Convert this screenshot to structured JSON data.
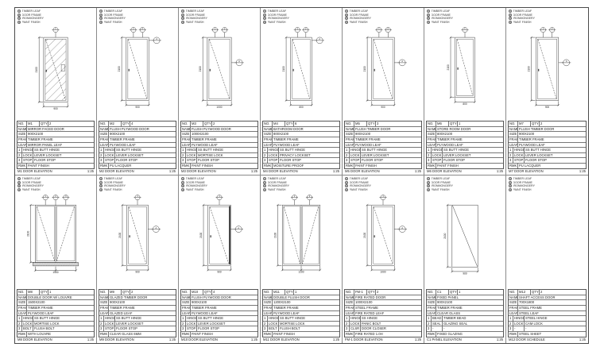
{
  "sheet": {
    "background": "#ffffff",
    "line_color": "#333333"
  },
  "labels": {
    "no": "NO.",
    "qty": "QTY",
    "name": "NAME",
    "size": "SIZE",
    "frame": "FRAME",
    "leaf": "LEAF",
    "remark": "RMK"
  },
  "legend_rows": [
    [
      "1",
      "TIMBER LEAF"
    ],
    [
      "2",
      "DOOR FRAME"
    ],
    [
      "3",
      "IRONMONGERY"
    ],
    [
      "4",
      "PAINT FINISH"
    ]
  ],
  "panels": [
    {
      "code": "M1",
      "qty": "2",
      "name": "MIRROR FACED DOOR",
      "size": "900X2100",
      "frame": "TIMBER FRAME",
      "leaf": "MIRROR PANEL LEAF",
      "hw": [
        [
          "1",
          "HINGE",
          "SS BUTT HINGE"
        ],
        [
          "2",
          "LOCK",
          "LEVER LOCKSET"
        ],
        [
          "3",
          "STOP",
          "FLOOR STOP"
        ]
      ],
      "note": "PAINT FINISH",
      "footer": "M1 DOOR ELEVATION",
      "scale": "1:25",
      "dims": {
        "w": "900",
        "h": "2100"
      },
      "draw": {
        "type": "single",
        "hatch": true,
        "vision": true,
        "topCircles": 1,
        "sideCircle": false,
        "leafW": 32,
        "leafH": 86
      }
    },
    {
      "code": "M2",
      "qty": "4",
      "name": "FLUSH PLYWOOD DOOR",
      "size": "900X2100",
      "frame": "TIMBER FRAME",
      "leaf": "PLYWOOD LEAF",
      "hw": [
        [
          "1",
          "HINGE",
          "SS BUTT HINGE"
        ],
        [
          "2",
          "LOCK",
          "LEVER LOCKSET"
        ],
        [
          "3",
          "STOP",
          "FLOOR STOP"
        ]
      ],
      "note": "PU LACQUER",
      "footer": "M2 DOOR ELEVATION",
      "scale": "1:25",
      "dims": {
        "w": "900",
        "h": "2100"
      },
      "draw": {
        "type": "single",
        "topCircles": 2,
        "sideCircle": true,
        "sidePos": "top",
        "leafW": 30,
        "leafH": 84
      }
    },
    {
      "code": "M3",
      "qty": "2",
      "name": "FLUSH PLYWOOD DOOR",
      "size": "1000X2100",
      "frame": "TIMBER FRAME",
      "leaf": "PLYWOOD LEAF",
      "hw": [
        [
          "1",
          "HINGE",
          "SS BUTT HINGE"
        ],
        [
          "2",
          "LOCK",
          "MORTISE LOCK"
        ],
        [
          "3",
          "STOP",
          "FLOOR STOP"
        ]
      ],
      "note": "PAINT FINISH",
      "footer": "M3 DOOR ELEVATION",
      "scale": "1:25",
      "dims": {
        "w": "1000",
        "h": "2100"
      },
      "draw": {
        "type": "single",
        "topCircles": 2,
        "sideCircle": true,
        "sidePos": "mid",
        "leafW": 32,
        "leafH": 84
      }
    },
    {
      "code": "M4",
      "qty": "6",
      "name": "BATHROOM DOOR",
      "size": "800X2100",
      "frame": "TIMBER FRAME",
      "leaf": "PLYWOOD LEAF",
      "hw": [
        [
          "1",
          "HINGE",
          "SS BUTT HINGE"
        ],
        [
          "2",
          "LOCK",
          "PRIVACY LOCKSET"
        ],
        [
          "3",
          "STOP",
          "FLOOR STOP"
        ]
      ],
      "note": "MOISTURE PROOF",
      "footer": "M4 DOOR ELEVATION",
      "scale": "1:25",
      "dims": {
        "w": "800",
        "h": "2100"
      },
      "draw": {
        "type": "single",
        "topCircles": 2,
        "sideCircle": true,
        "sidePos": "top",
        "leafW": 28,
        "leafH": 84
      }
    },
    {
      "code": "M5",
      "qty": "3",
      "name": "FLUSH TIMBER DOOR",
      "size": "900X2100",
      "frame": "TIMBER FRAME",
      "leaf": "PLYWOOD LEAF",
      "hw": [
        [
          "1",
          "HINGE",
          "SS BUTT HINGE"
        ],
        [
          "2",
          "LOCK",
          "LEVER LOCKSET"
        ],
        [
          "3",
          "STOP",
          "FLOOR STOP"
        ]
      ],
      "note": "PAINT FINISH",
      "footer": "M5 DOOR ELEVATION",
      "scale": "1:25",
      "dims": {
        "w": "900",
        "h": "2100"
      },
      "draw": {
        "type": "single",
        "topCircles": 2,
        "sideCircle": true,
        "sidePos": "mid",
        "leafW": 30,
        "leafH": 84
      }
    },
    {
      "code": "M6",
      "qty": "1",
      "name": "STORE ROOM DOOR",
      "size": "800X2100",
      "frame": "TIMBER FRAME",
      "leaf": "PLYWOOD LEAF",
      "hw": [
        [
          "1",
          "HINGE",
          "SS BUTT HINGE"
        ],
        [
          "2",
          "LOCK",
          "LEVER LOCKSET"
        ],
        [
          "3",
          "STOP",
          "FLOOR STOP"
        ]
      ],
      "note": "PAINT FINISH",
      "footer": "M6 DOOR ELEVATION",
      "scale": "1:25",
      "dims": {
        "w": "800",
        "h": "2100"
      },
      "draw": {
        "type": "single",
        "topCircles": 1,
        "sideCircle": false,
        "leafW": 26,
        "leafH": 80
      }
    },
    {
      "code": "M7",
      "qty": "2",
      "name": "FLUSH TIMBER DOOR",
      "size": "900X2100",
      "frame": "TIMBER FRAME",
      "leaf": "PLYWOOD LEAF",
      "hw": [
        [
          "1",
          "HINGE",
          "SS BUTT HINGE"
        ],
        [
          "2",
          "LOCK",
          "LEVER LOCKSET"
        ],
        [
          "3",
          "STOP",
          "FLOOR STOP"
        ]
      ],
      "note": "PU LACQUER",
      "footer": "M7 DOOR ELEVATION",
      "scale": "1:25",
      "dims": {
        "w": "900",
        "h": "2100"
      },
      "draw": {
        "type": "single",
        "topCircles": 2,
        "sideCircle": true,
        "sidePos": "mid",
        "leafW": 30,
        "leafH": 84
      }
    },
    {
      "code": "M8",
      "qty": "1",
      "name": "DOUBLE DOOR W/ LOUVRE",
      "size": "1500X2100",
      "frame": "TIMBER FRAME",
      "leaf": "PLYWOOD LEAF",
      "hw": [
        [
          "1",
          "HINGE",
          "SS BUTT HINGE"
        ],
        [
          "2",
          "LOCK",
          "MORTISE LOCK"
        ],
        [
          "3",
          "BOLT",
          "FLUSH BOLT"
        ]
      ],
      "note": "WITH LOUVRE",
      "footer": "M8 DOOR ELEVATION",
      "scale": "1:25",
      "dims": {
        "w": "1500",
        "h": "2100"
      },
      "draw": {
        "type": "double",
        "topCircles": 3,
        "threshold": true,
        "leafW": 54,
        "leafH": 76
      }
    },
    {
      "code": "M9",
      "qty": "2",
      "name": "GLAZED TIMBER DOOR",
      "size": "900X2100",
      "frame": "TIMBER FRAME",
      "leaf": "GLAZED LEAF",
      "hw": [
        [
          "1",
          "HINGE",
          "SS BUTT HINGE"
        ],
        [
          "2",
          "LOCK",
          "LEVER LOCKSET"
        ],
        [
          "3",
          "STOP",
          "FLOOR STOP"
        ]
      ],
      "note": "CLEAR GLASS 6MM",
      "footer": "M9 DOOR ELEVATION",
      "scale": "1:25",
      "dims": {
        "w": "900",
        "h": "2100"
      },
      "draw": {
        "type": "single",
        "topCircles": 1,
        "sideCircle": true,
        "sidePos": "mid",
        "leafW": 28,
        "leafH": 80
      }
    },
    {
      "code": "M10",
      "qty": "4",
      "name": "FLUSH PLYWOOD DOOR",
      "size": "900X2100",
      "frame": "TIMBER FRAME",
      "leaf": "PLYWOOD LEAF",
      "hw": [
        [
          "1",
          "HINGE",
          "SS BUTT HINGE"
        ],
        [
          "2",
          "LOCK",
          "LEVER LOCKSET"
        ],
        [
          "3",
          "STOP",
          "FLOOR STOP"
        ]
      ],
      "note": "PAINT FINISH",
      "footer": "M10 DOOR ELEVATION",
      "scale": "1:25",
      "dims": {
        "w": "900",
        "h": "2100"
      },
      "draw": {
        "type": "single",
        "open": true,
        "topCircles": 1,
        "sideCircle": true,
        "sidePos": "mid",
        "leafW": 30,
        "leafH": 80
      }
    },
    {
      "code": "M11",
      "qty": "1",
      "name": "DOUBLE FLUSH DOOR",
      "size": "1200X2100",
      "frame": "TIMBER FRAME",
      "leaf": "PLYWOOD LEAF",
      "hw": [
        [
          "1",
          "HINGE",
          "SS BUTT HINGE"
        ],
        [
          "2",
          "LOCK",
          "MORTISE LOCK"
        ],
        [
          "3",
          "BOLT",
          "FLUSH BOLT"
        ]
      ],
      "note": "PAINT FINISH",
      "footer": "M11 DOOR ELEVATION",
      "scale": "1:25",
      "dims": {
        "w": "1200",
        "h": "2100"
      },
      "draw": {
        "type": "double",
        "topCircles": 2,
        "leafW": 50,
        "leafH": 80
      }
    },
    {
      "code": "FM-1",
      "qty": "2",
      "name": "FIRE RATED DOOR",
      "size": "1000X2100",
      "frame": "STEEL FRAME",
      "leaf": "FIRE RATED LEAF",
      "hw": [
        [
          "1",
          "HINGE",
          "SS HINGE"
        ],
        [
          "2",
          "LOCK",
          "PANIC BOLT"
        ],
        [
          "3",
          "CLSR",
          "DOOR CLOSER"
        ]
      ],
      "note": "FIRE RATED 1.0H",
      "footer": "FM-1 DOOR ELEVATION",
      "scale": "1:25",
      "dims": {
        "w": "1000",
        "h": "2100"
      },
      "draw": {
        "type": "single",
        "topCircles": 1,
        "sideCircle": true,
        "sidePos": "mid",
        "leafW": 30,
        "leafH": 80
      }
    },
    {
      "code": "C1",
      "qty": "1",
      "name": "FIXED PANEL",
      "size": "900X2100",
      "frame": "TIMBER FRAME",
      "leaf": "CLEAR GLASS",
      "hw": [
        [
          "1",
          "BEAD",
          "TIMBER BEAD"
        ],
        [
          "2",
          "SEAL",
          "GLAZING SEAL"
        ],
        [
          "3",
          "-",
          "-"
        ]
      ],
      "note": "FIXED GLAZING",
      "footer": "C1 PANEL ELEVATION",
      "scale": "1:25",
      "dims": {
        "w": "900",
        "h": "2100"
      },
      "draw": {
        "type": "fixed",
        "topCircles": 0,
        "leafW": 34,
        "leafH": 82
      }
    },
    {
      "code": "M12",
      "qty": "2",
      "name": "SHAFT ACCESS DOOR",
      "size": "700X1800",
      "frame": "STEEL FRAME",
      "leaf": "STEEL LEAF",
      "hw": [
        [
          "1",
          "HINGE",
          "STEEL HINGE"
        ],
        [
          "2",
          "LOCK",
          "CAM LOCK"
        ],
        [
          "3",
          "-",
          "-"
        ]
      ],
      "note": "STEEL SHEET",
      "footer": "M12 DOOR SCHEDULE",
      "scale": "1:25",
      "dims": {
        "w": "700",
        "h": "1800"
      },
      "draw": {
        "type": "none"
      }
    }
  ]
}
